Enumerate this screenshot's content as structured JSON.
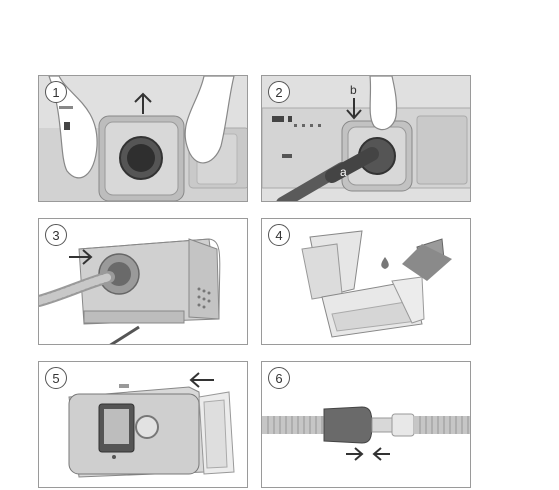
{
  "steps": [
    {
      "number": "1"
    },
    {
      "number": "2",
      "labels": {
        "b": "b",
        "a": "a"
      }
    },
    {
      "number": "3"
    },
    {
      "number": "4"
    },
    {
      "number": "5"
    },
    {
      "number": "6"
    }
  ]
}
